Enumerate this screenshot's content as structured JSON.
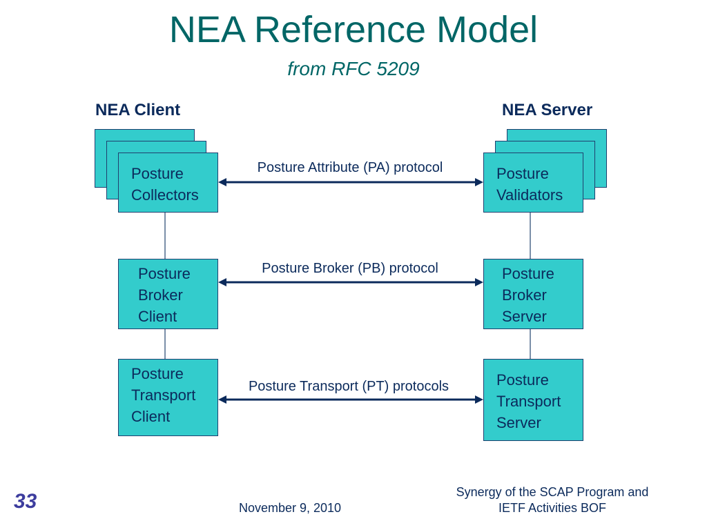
{
  "slide": {
    "title": "NEA Reference Model",
    "subtitle": "from RFC 5209",
    "slide_number": "33",
    "date": "November 9, 2010",
    "footer_line1": "Synergy of the SCAP Program and",
    "footer_line2": "IETF Activities BOF"
  },
  "diagram": {
    "client_heading": "NEA Client",
    "server_heading": "NEA Server",
    "client": {
      "collectors": [
        "Posture",
        "Collectors"
      ],
      "broker": [
        "Posture",
        "Broker",
        "Client"
      ],
      "transport": [
        "Posture",
        "Transport",
        "Client"
      ]
    },
    "server": {
      "validators": [
        "Posture",
        "Validators"
      ],
      "broker": [
        "Posture",
        "Broker",
        "Server"
      ],
      "transport": [
        "Posture",
        "Transport",
        "Server"
      ]
    },
    "protocols": {
      "pa": "Posture Attribute (PA) protocol",
      "pb": "Posture Broker (PB) protocol",
      "pt": "Posture Transport (PT) protocols"
    }
  },
  "colors": {
    "title": "#006666",
    "box_fill": "#33cccc",
    "box_border": "#1f3f6e",
    "text": "#0b2a5b",
    "arrow": "#0b2a5b",
    "connector": "#7a8ea8"
  }
}
